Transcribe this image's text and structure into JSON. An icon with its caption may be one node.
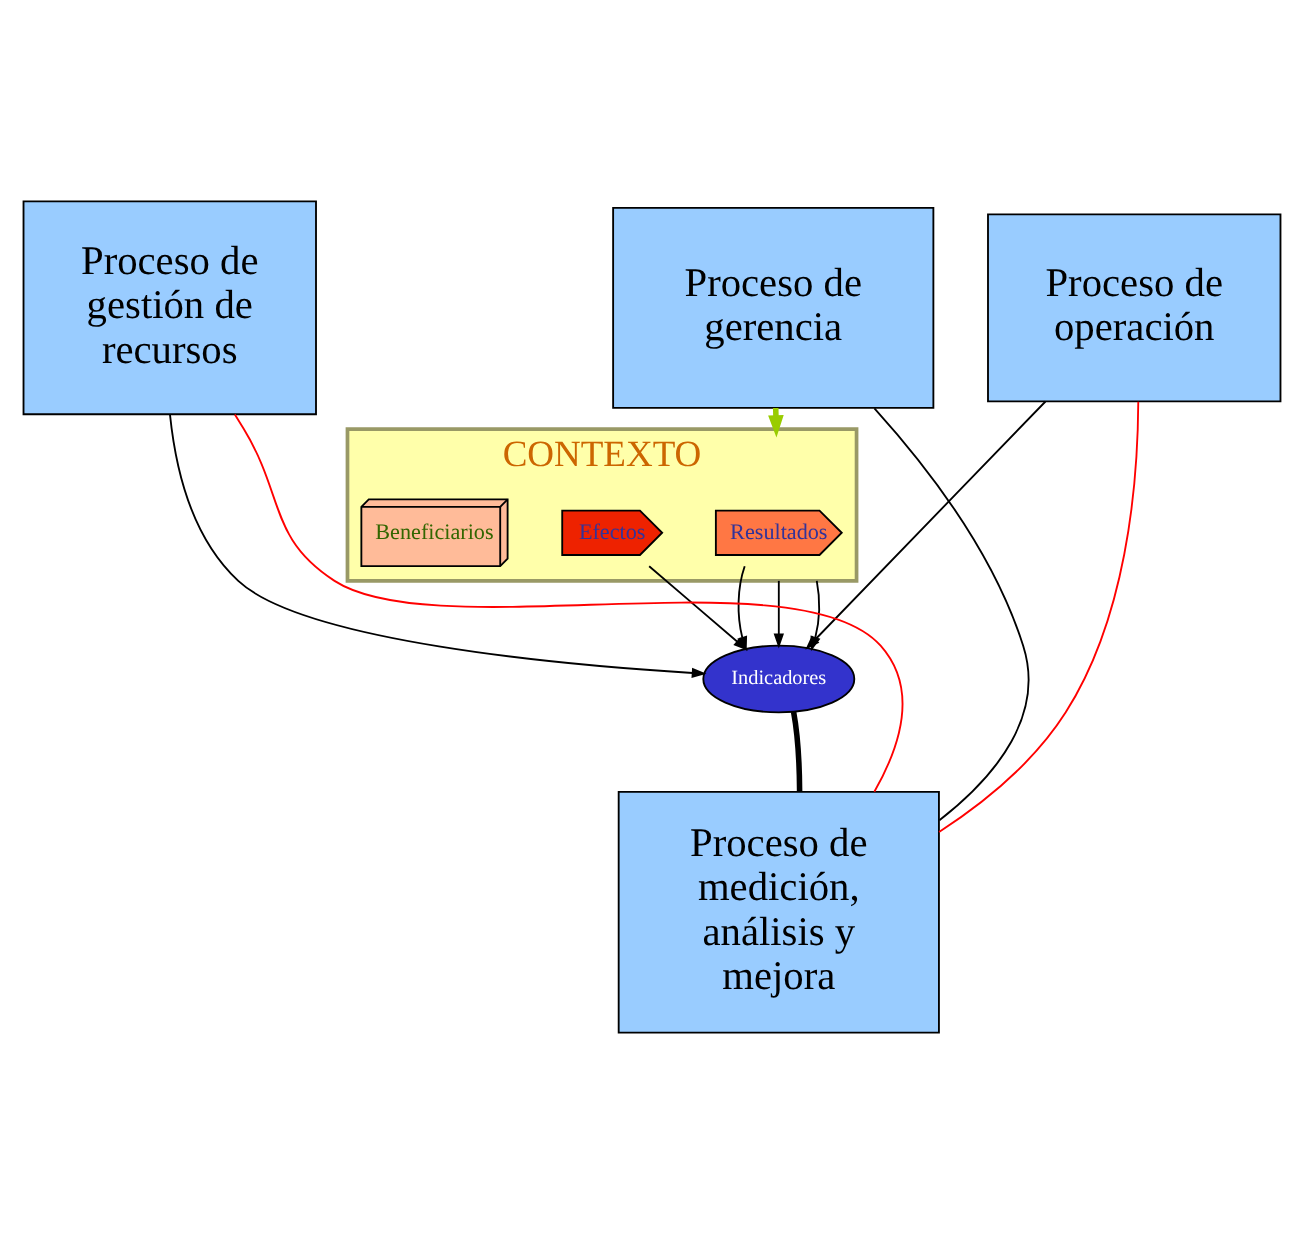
{
  "diagram": {
    "nodes": [
      {
        "text": [
          "Proceso de gestión de recursos"
        ]
      },
      {
        "text": [
          "Proceso de operación"
        ]
      },
      {
        "text": [
          "Proceso de gerencia"
        ]
      },
      {
        "text": [
          "CONTEXTO"
        ]
      },
      {
        "text": [
          "Resultados"
        ],
        "in": 3
      },
      {
        "text": [
          "Efectos"
        ],
        "in": 3
      },
      {
        "text": [
          "Beneficiarios"
        ],
        "in": 3
      },
      {
        "text": [
          "Indicadores"
        ]
      },
      {
        "text": [
          "Proceso de medición, análisis y mejora"
        ]
      }
    ],
    "edges": [
      {
        "from": 2,
        "to": 3,
        "arrow": "to",
        "style": "thick",
        "color": "#99cc00"
      },
      {
        "from": 0,
        "to": 7,
        "arrow": "to"
      },
      {
        "from": 1,
        "to": 7,
        "arrow": "to"
      },
      {
        "from": 4,
        "to": 7,
        "arrow": "to"
      },
      {
        "from": 5,
        "to": 7,
        "arrow": "to"
      },
      {
        "from": 3,
        "to": 7,
        "arrow": "to"
      },
      {
        "from": 3,
        "to": 7,
        "arrow": "to"
      },
      {
        "from": 8,
        "to": 7,
        "arrow": "none",
        "style": "thick"
      },
      {
        "from": 2,
        "to": 8,
        "arrow": "none"
      },
      {
        "from": 8,
        "to": 0,
        "arrow": "none",
        "color": "#ff0000"
      },
      {
        "from": 8,
        "to": 1,
        "arrow": "none",
        "color": "#ff0000"
      }
    ]
  }
}
